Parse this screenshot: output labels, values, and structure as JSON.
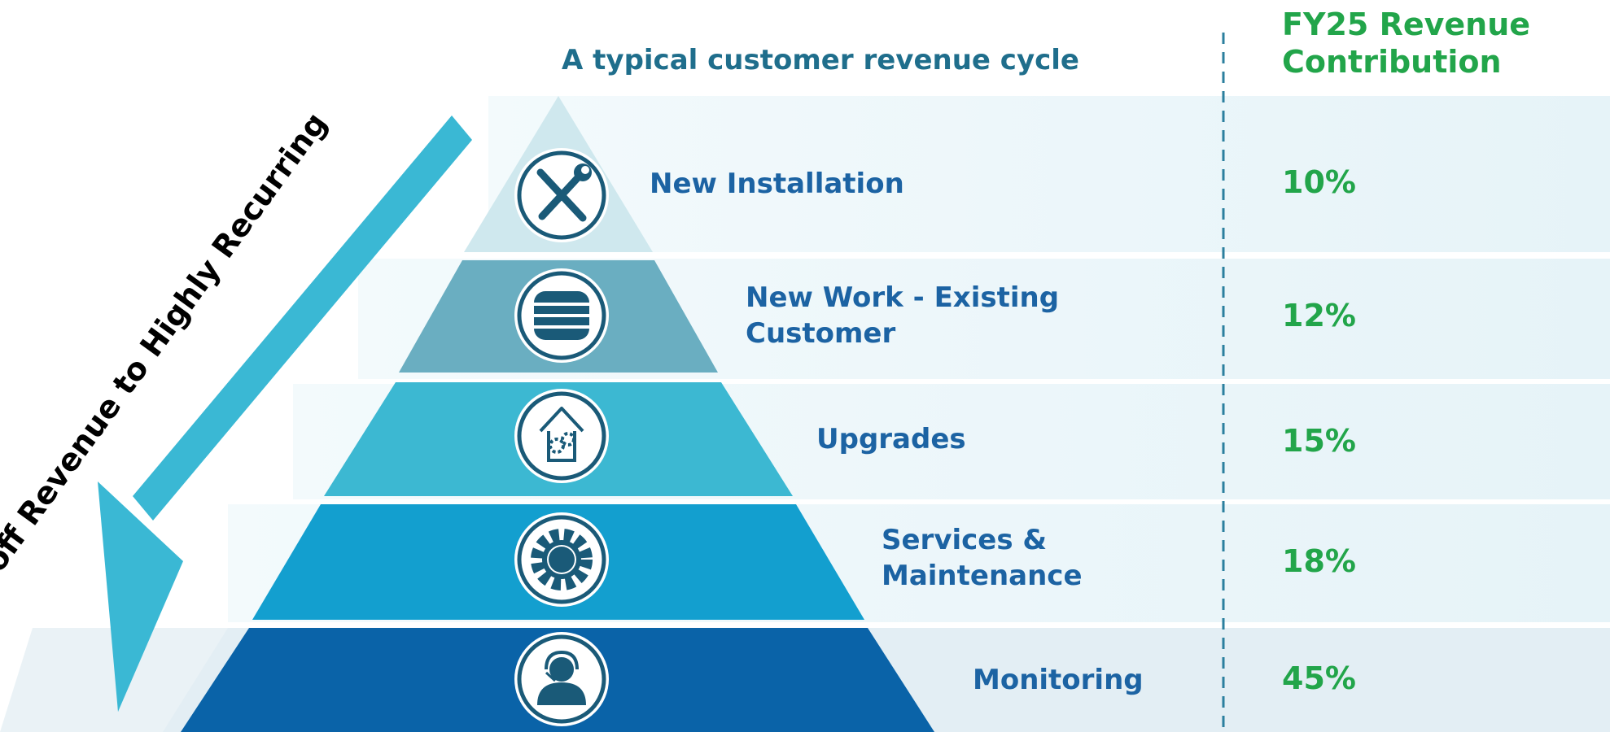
{
  "title": "A typical customer revenue cycle",
  "header": {
    "line1": "FY25 Revenue",
    "line2": "Contribution"
  },
  "arrow_label": "One off Revenue to Highly Recurring",
  "levels": [
    {
      "label_line1": "New Installation",
      "label_line2": "",
      "percent": "10%",
      "icon": "tools-icon",
      "color": "#cfe8ee"
    },
    {
      "label_line1": "New Work - Existing",
      "label_line2": "Customer",
      "percent": "12%",
      "icon": "database-icon",
      "color": "#6aaec1"
    },
    {
      "label_line1": "Upgrades",
      "label_line2": "",
      "percent": "15%",
      "icon": "house-gears-icon",
      "color": "#3cb8d2"
    },
    {
      "label_line1": "Services &",
      "label_line2": "Maintenance",
      "percent": "18%",
      "icon": "gear-icon",
      "color": "#139fcf"
    },
    {
      "label_line1": "Monitoring",
      "label_line2": "",
      "percent": "45%",
      "icon": "headset-operator-icon",
      "color": "#0a63a8"
    }
  ],
  "colors": {
    "title": "#1f6e8c",
    "level_text": "#1c63a3",
    "percent_text": "#22a54a",
    "arrow": "#3ab8d4",
    "divider": "#2b7f9e",
    "band_light": "#eef7fa"
  }
}
